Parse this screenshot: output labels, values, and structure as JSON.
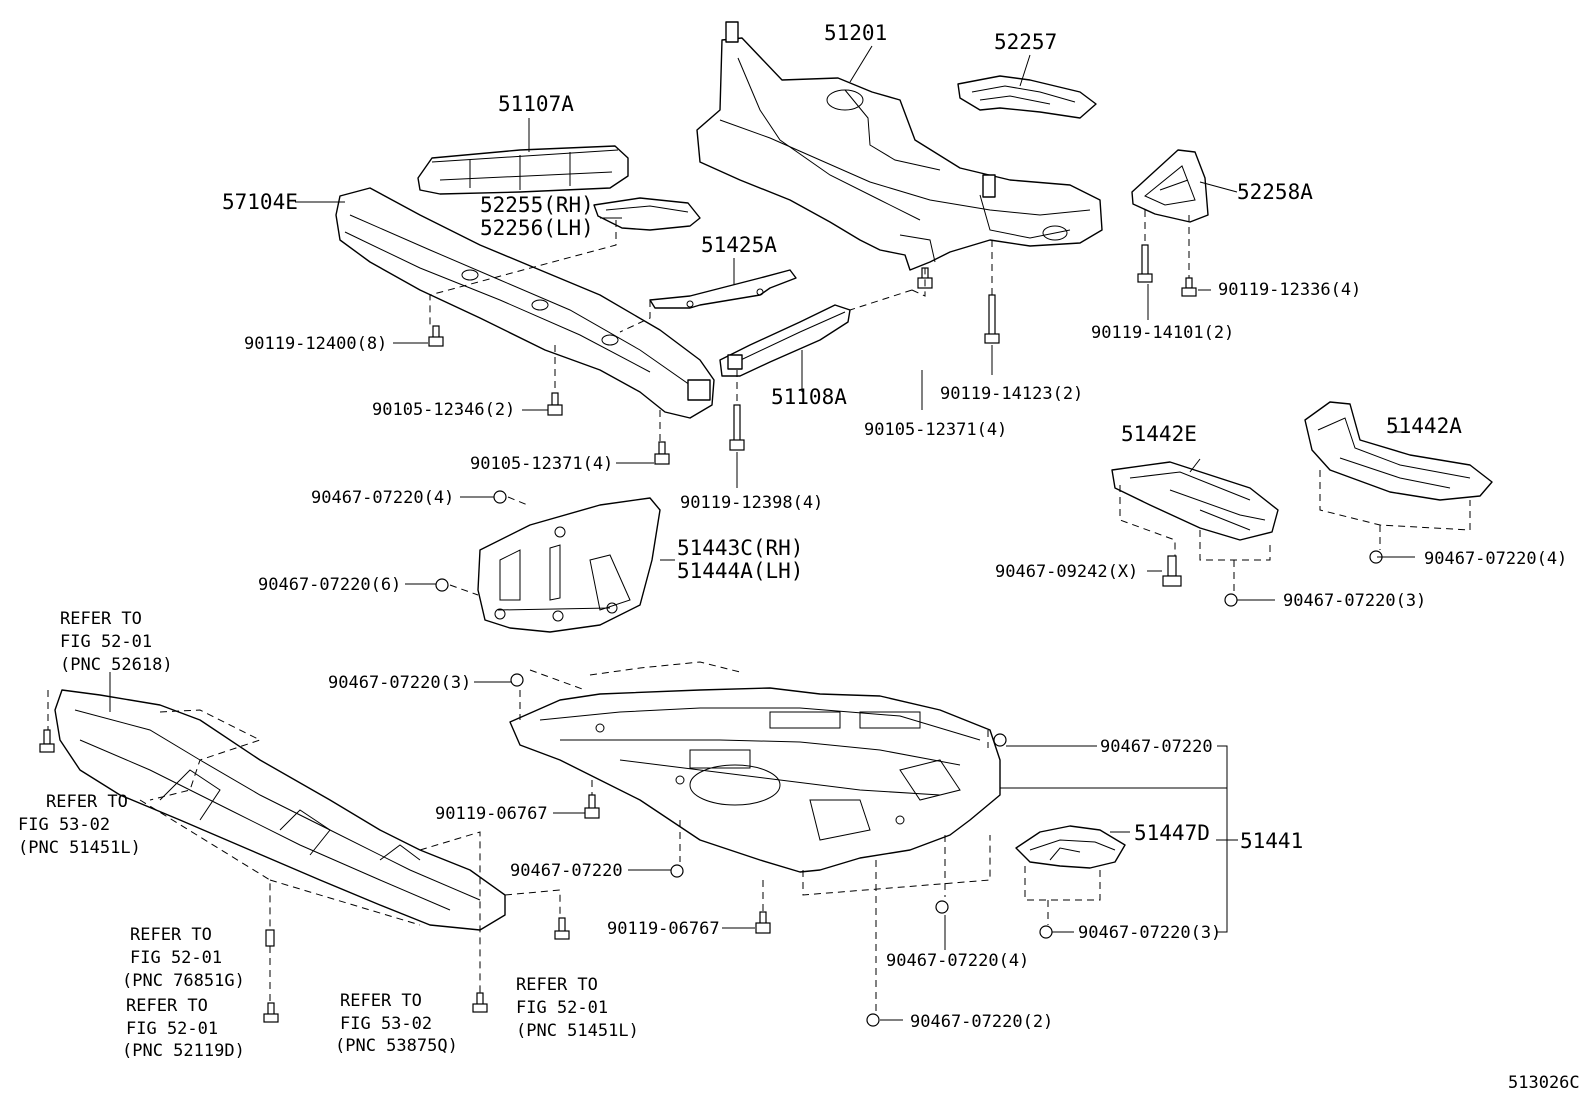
{
  "diagram": {
    "id": "513026C",
    "parts": {
      "p51201": "51201",
      "p52257": "52257",
      "p51107A": "51107A",
      "p57104E": "57104E",
      "p52255": "52255(RH)",
      "p52256": "52256(LH)",
      "p51425A": "51425A",
      "p52258A": "52258A",
      "p51108A": "51108A",
      "p51442E": "51442E",
      "p51442A": "51442A",
      "p51443C": "51443C(RH)",
      "p51444A": "51444A(LH)",
      "p51447D": "51447D",
      "p51441": "51441"
    },
    "fasteners": {
      "f90119_12336": "90119-12336(4)",
      "f90119_14101": "90119-14101(2)",
      "f90119_12400": "90119-12400(8)",
      "f90119_14123": "90119-14123(2)",
      "f90105_12371a": "90105-12371(4)",
      "f90105_12346": "90105-12346(2)",
      "f90105_12371b": "90105-12371(4)",
      "f90119_12398": "90119-12398(4)",
      "f90467_07220_4a": "90467-07220(4)",
      "f90467_07220_6": "90467-07220(6)",
      "f90467_09242": "90467-09242(X)",
      "f90467_07220_3a": "90467-07220(3)",
      "f90467_07220_4b": "90467-07220(4)",
      "f90467_07220_3b": "90467-07220(3)",
      "f90467_07220a": "90467-07220",
      "f90119_06767a": "90119-06767",
      "f90467_07220b": "90467-07220",
      "f90119_06767b": "90119-06767",
      "f90467_07220_4c": "90467-07220(4)",
      "f90467_07220_3c": "90467-07220(3)",
      "f90467_07220_2": "90467-07220(2)"
    },
    "refs": {
      "r1": [
        "REFER TO",
        "FIG 52-01",
        "(PNC 52618)"
      ],
      "r2": [
        "REFER TO",
        "FIG 53-02",
        "(PNC 51451L)"
      ],
      "r3": [
        "REFER TO",
        "FIG 52-01",
        "(PNC 76851G)"
      ],
      "r4": [
        "REFER TO",
        "FIG 52-01",
        "(PNC 52119D)"
      ],
      "r5": [
        "REFER TO",
        "FIG 53-02",
        "(PNC 53875Q)"
      ],
      "r6": [
        "REFER TO",
        "FIG 52-01",
        "(PNC 51451L)"
      ]
    }
  }
}
